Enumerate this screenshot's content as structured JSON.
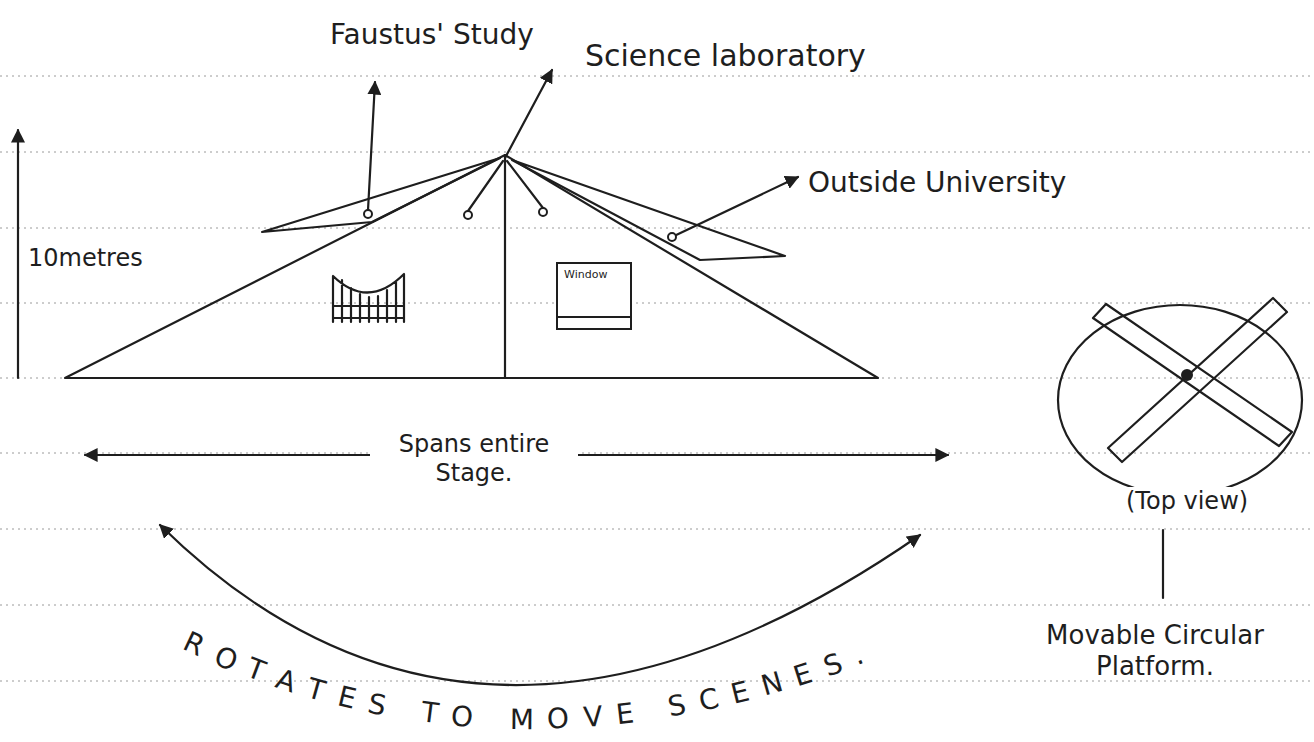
{
  "diagram": {
    "nodes": [
      {
        "text": [
          "Window"
        ]
      }
    ],
    "labels": [
      "Faustus' Study",
      "Science laboratory",
      "Outside University",
      "10metres",
      "Spans entire Stage.",
      "(Top view)",
      "Movable Circular Platform.",
      "ROTATES TO MOVE SCENES."
    ]
  }
}
